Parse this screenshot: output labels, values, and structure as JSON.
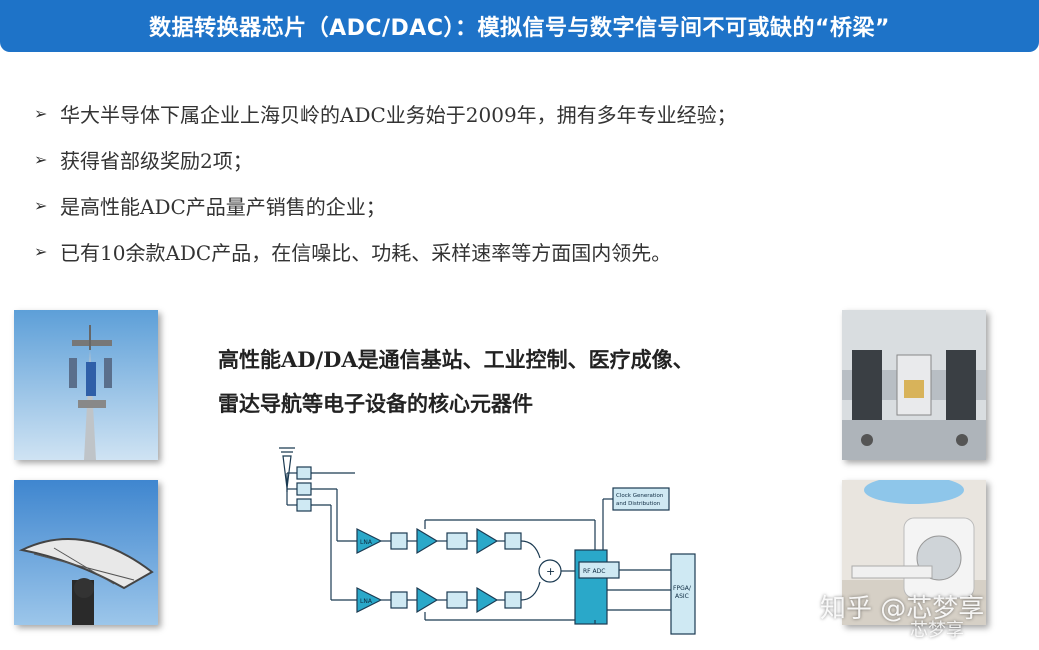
{
  "title": "数据转换器芯片（ADC/DAC）：模拟信号与数字信号间不可或缺的“桥梁”",
  "bullet_marker": "➢",
  "bullets": [
    "华大半导体下属企业上海贝岭的ADC业务始于2009年，拥有多年专业经验；",
    "获得省部级奖励2项；",
    "是高性能ADC产品量产销售的企业；",
    "已有10余款ADC产品，在信噪比、功耗、采样速率等方面国内领先。"
  ],
  "tagline": {
    "line1": "高性能AD/DA是通信基站、工业控制、医疗成像、",
    "line2": "雷达导航等电子设备的核心元器件"
  },
  "diagram": {
    "lna_top": "LNA",
    "lna_bottom": "LNA",
    "clock_line1": "Clock Generation",
    "clock_line2": "and Distribution",
    "rf_adc": "RF ADC",
    "fpga_line1": "FPGA/",
    "fpga_line2": "ASIC",
    "mixer_plus": "+"
  },
  "watermark": {
    "main": "知乎 @芯梦享",
    "small": "芯梦享"
  },
  "colors": {
    "title_bar": "#1e73c8",
    "diagram_teal": "#2aa8c9",
    "diagram_block": "#cfe9f3"
  }
}
